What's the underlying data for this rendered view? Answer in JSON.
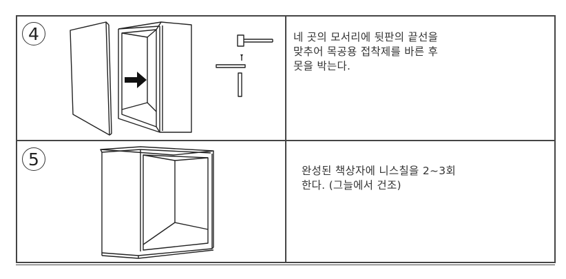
{
  "steps": [
    {
      "number": "4",
      "lines": [
        "네 곳의 모서리에 뒷판의 끝선을",
        "맞추어 목공용 접착제를 바른 후",
        "못을 박는다."
      ],
      "illustration_icon": "cabinet-back-panel-assembly-icon"
    },
    {
      "number": "5",
      "lines": [
        "완성된 책상자에 니스칠을 2~3회",
        "한다. (그늘에서 건조)"
      ],
      "illustration_icon": "finished-box-icon"
    }
  ],
  "colors": {
    "line": "#444444",
    "text": "#333333",
    "background": "#ffffff"
  }
}
